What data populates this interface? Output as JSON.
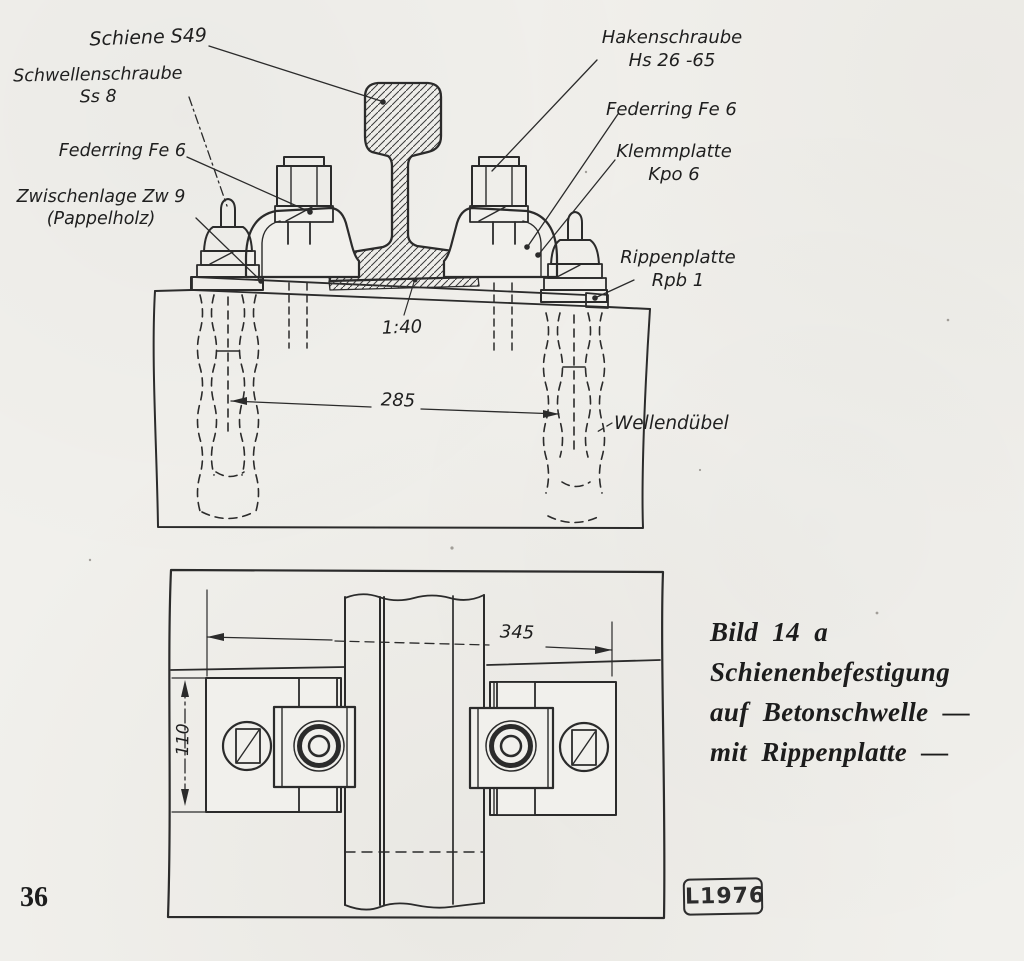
{
  "theme": {
    "paper_color": "#f1f0ec",
    "ink_color": "#2b2b2b"
  },
  "page": {
    "number": "36",
    "stamp": "L1976"
  },
  "figure_caption": {
    "text": "Bild 14 a\nSchienenbefestigung\nauf Betonschwelle —\nmit Rippenplatte —"
  },
  "cross_section": {
    "labels": {
      "schiene": "Schiene S49",
      "schwellenschraube": "Schwellenschraube\nSs 8",
      "federring_left": "Federring Fe 6",
      "zwischenlage": "Zwischenlage Zw 9\n(Pappelholz)",
      "hakenschraube": "Hakenschraube\nHs 26 -65",
      "federring_right": "Federring Fe 6",
      "klemmplatte": "Klemmplatte\nKpo 6",
      "rippenplatte": "Rippenplatte\nRpb 1",
      "wellenduebel": "Wellendübel",
      "rail_inclination": "1:40",
      "dim_screw_spacing": "285"
    }
  },
  "plan_view": {
    "labels": {
      "dim_plate_span": "345",
      "dim_plate_width": "110"
    }
  }
}
